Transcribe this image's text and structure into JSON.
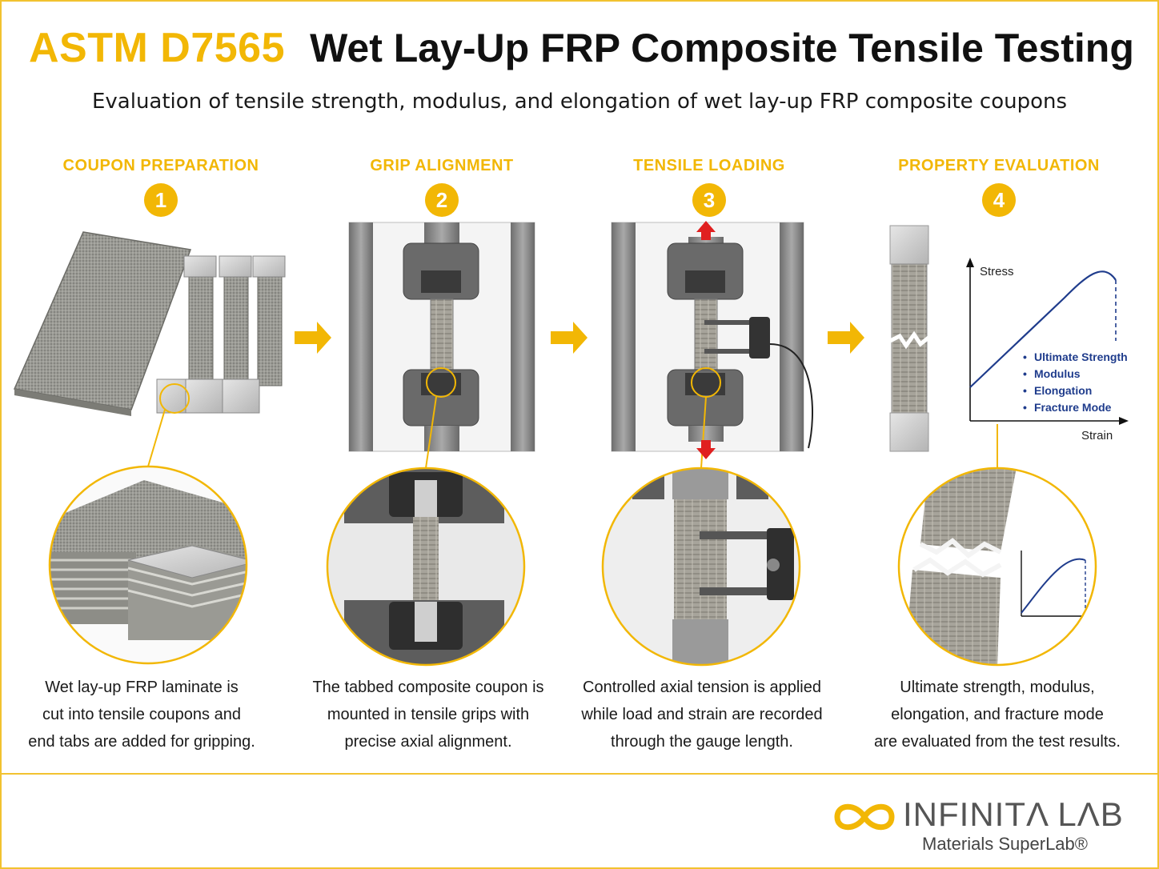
{
  "header": {
    "code": "ASTM D7565",
    "title": "Wet Lay-Up FRP Composite Tensile Testing",
    "subtitle": "Evaluation of tensile strength, modulus, and elongation of wet lay-up FRP composite coupons"
  },
  "steps": [
    {
      "title": "COUPON PREPARATION",
      "number": "1",
      "caption": [
        "Wet lay-up FRP laminate is",
        "cut into tensile coupons and",
        "end tabs are added for gripping."
      ]
    },
    {
      "title": "GRIP ALIGNMENT",
      "number": "2",
      "caption": [
        "The tabbed composite coupon is",
        "mounted in tensile grips with",
        "precise axial alignment."
      ]
    },
    {
      "title": "TENSILE LOADING",
      "number": "3",
      "caption": [
        "Controlled axial tension is applied",
        "while load and strain are recorded",
        "through the gauge length."
      ]
    },
    {
      "title": "PROPERTY EVALUATION",
      "number": "4",
      "caption": [
        "Ultimate strength, modulus,",
        "elongation, and fracture mode",
        "are evaluated from the test results."
      ]
    }
  ],
  "graph": {
    "y_label": "Stress",
    "x_label": "Strain",
    "legend": [
      "Ultimate Strength",
      "Modulus",
      "Elongation",
      "Fracture Mode"
    ]
  },
  "brand": {
    "name": "INFINITΛ LΛB",
    "tagline": "Materials SuperLab®",
    "accent": "#f2b705",
    "curve_color": "#1f3c8c",
    "arrow_red": "#e02020"
  }
}
